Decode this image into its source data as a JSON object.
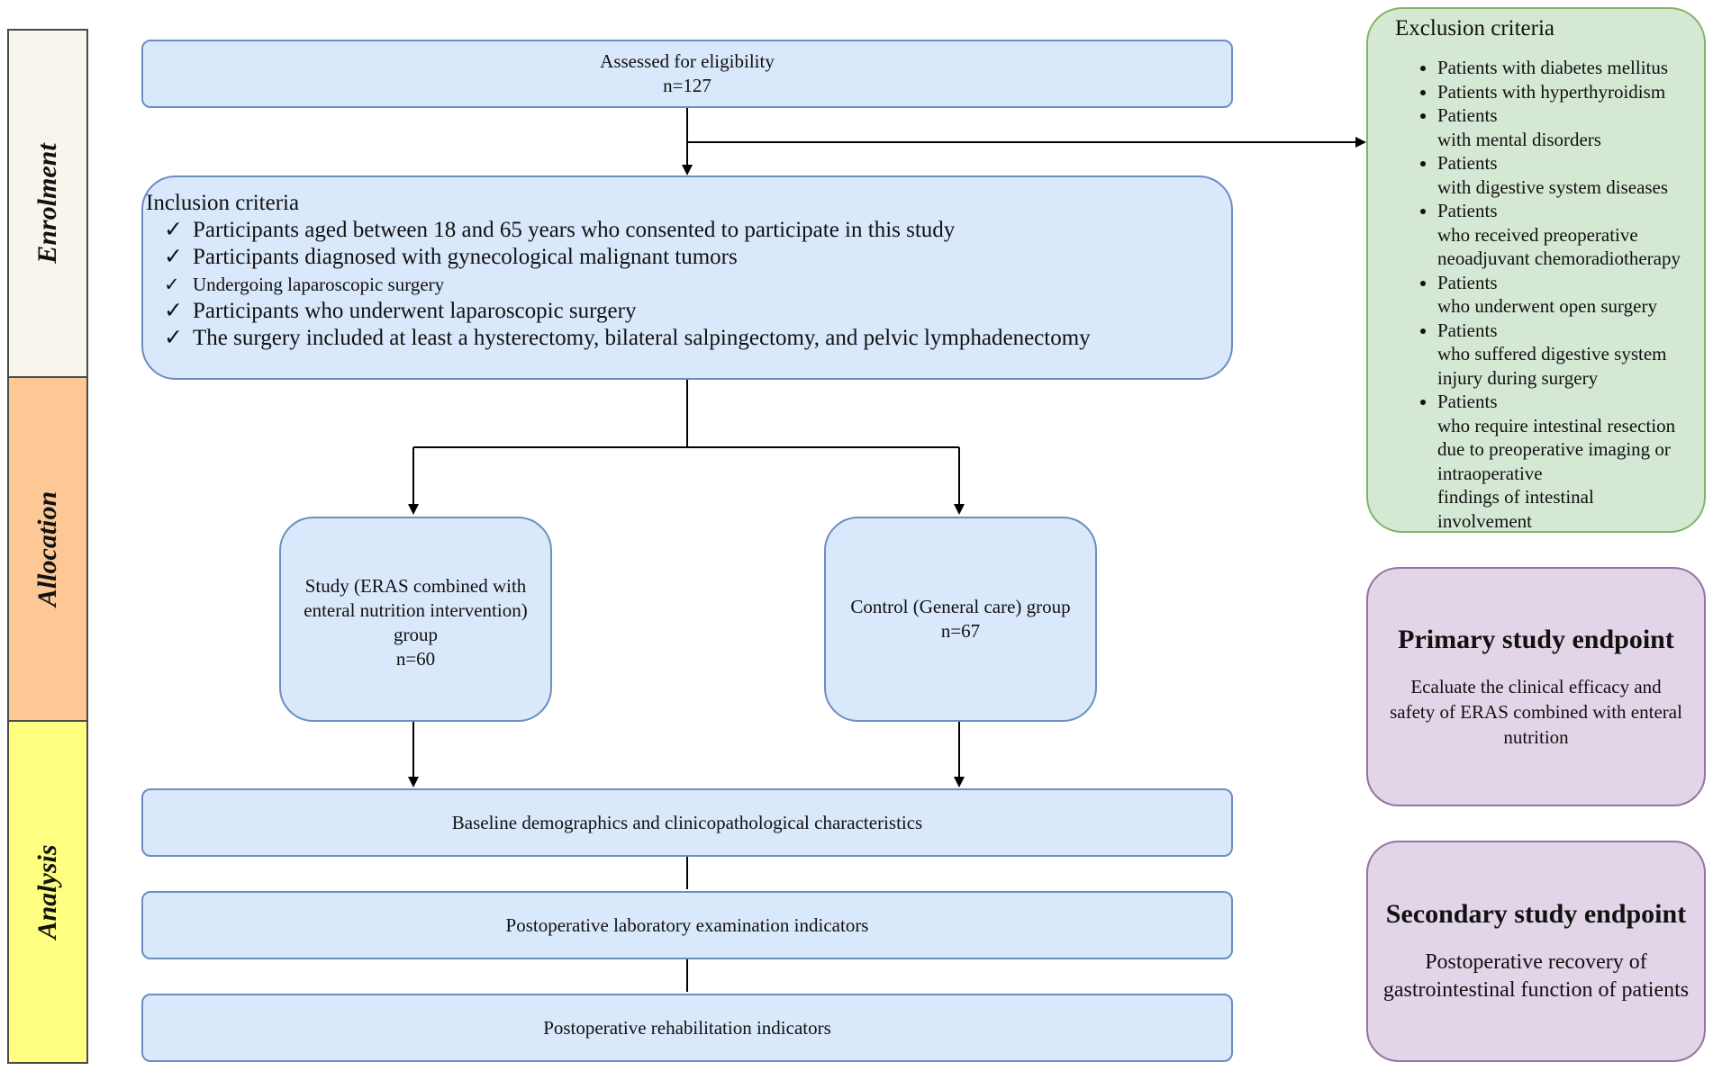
{
  "phases": {
    "enrolment": "Enrolment",
    "allocation": "Allocation",
    "analysis": "Analysis"
  },
  "assessed": {
    "label": "Assessed for eligibility",
    "n": "n=127"
  },
  "inclusion": {
    "title": "Inclusion criteria",
    "check_symbol": "✓",
    "items": [
      "Participants aged between 18 and 65 years who consented to participate in this study",
      "Participants diagnosed with gynecological malignant tumors",
      "Undergoing laparoscopic surgery",
      "Participants who underwent laparoscopic surgery",
      "The surgery included at least a hysterectomy, bilateral salpingectomy, and pelvic lymphadenectomy"
    ]
  },
  "exclusion": {
    "title": "Exclusion criteria",
    "items": [
      [
        "Patients with diabetes mellitus"
      ],
      [
        "Patients with hyperthyroidism"
      ],
      [
        "Patients",
        "with mental disorders"
      ],
      [
        "Patients",
        "with digestive system diseases"
      ],
      [
        "Patients",
        "who received preoperative",
        "neoadjuvant chemoradiotherapy"
      ],
      [
        "Patients",
        "who underwent open surgery"
      ],
      [
        "Patients",
        "who suffered digestive system",
        "injury during surgery"
      ],
      [
        "Patients",
        "who require intestinal resection",
        "due to preoperative imaging or",
        "intraoperative",
        "findings of intestinal",
        "involvement"
      ]
    ]
  },
  "study_group": {
    "line1": "Study (ERAS combined with",
    "line2": "enteral nutrition intervention)",
    "line3": "group",
    "n": "n=60"
  },
  "control_group": {
    "label": "Control (General care) group",
    "n": "n=67"
  },
  "analysis": {
    "baseline": "Baseline demographics and clinicopathological characteristics",
    "lab": "Postoperative laboratory examination indicators",
    "rehab": "Postoperative rehabilitation indicators"
  },
  "primary_endpoint": {
    "title": "Primary study endpoint",
    "line1": "Ecaluate the clinical efficacy and",
    "line2": "safety of ERAS combined with enteral",
    "line3": "nutrition"
  },
  "secondary_endpoint": {
    "title": "Secondary study endpoint",
    "line1": "Postoperative recovery of",
    "line2": "gastrointestinal function of patients"
  },
  "colors": {
    "phase_enrolment": "#f7f5ec",
    "phase_allocation": "#fdc895",
    "phase_analysis": "#fefe80",
    "box_fill": "#dae8fc",
    "box_border": "#6c8ebf",
    "exclusion_fill": "#d5e8d4",
    "exclusion_border": "#82b366",
    "endpoint_fill": "#e1d5e7",
    "endpoint_border": "#9673a6"
  }
}
